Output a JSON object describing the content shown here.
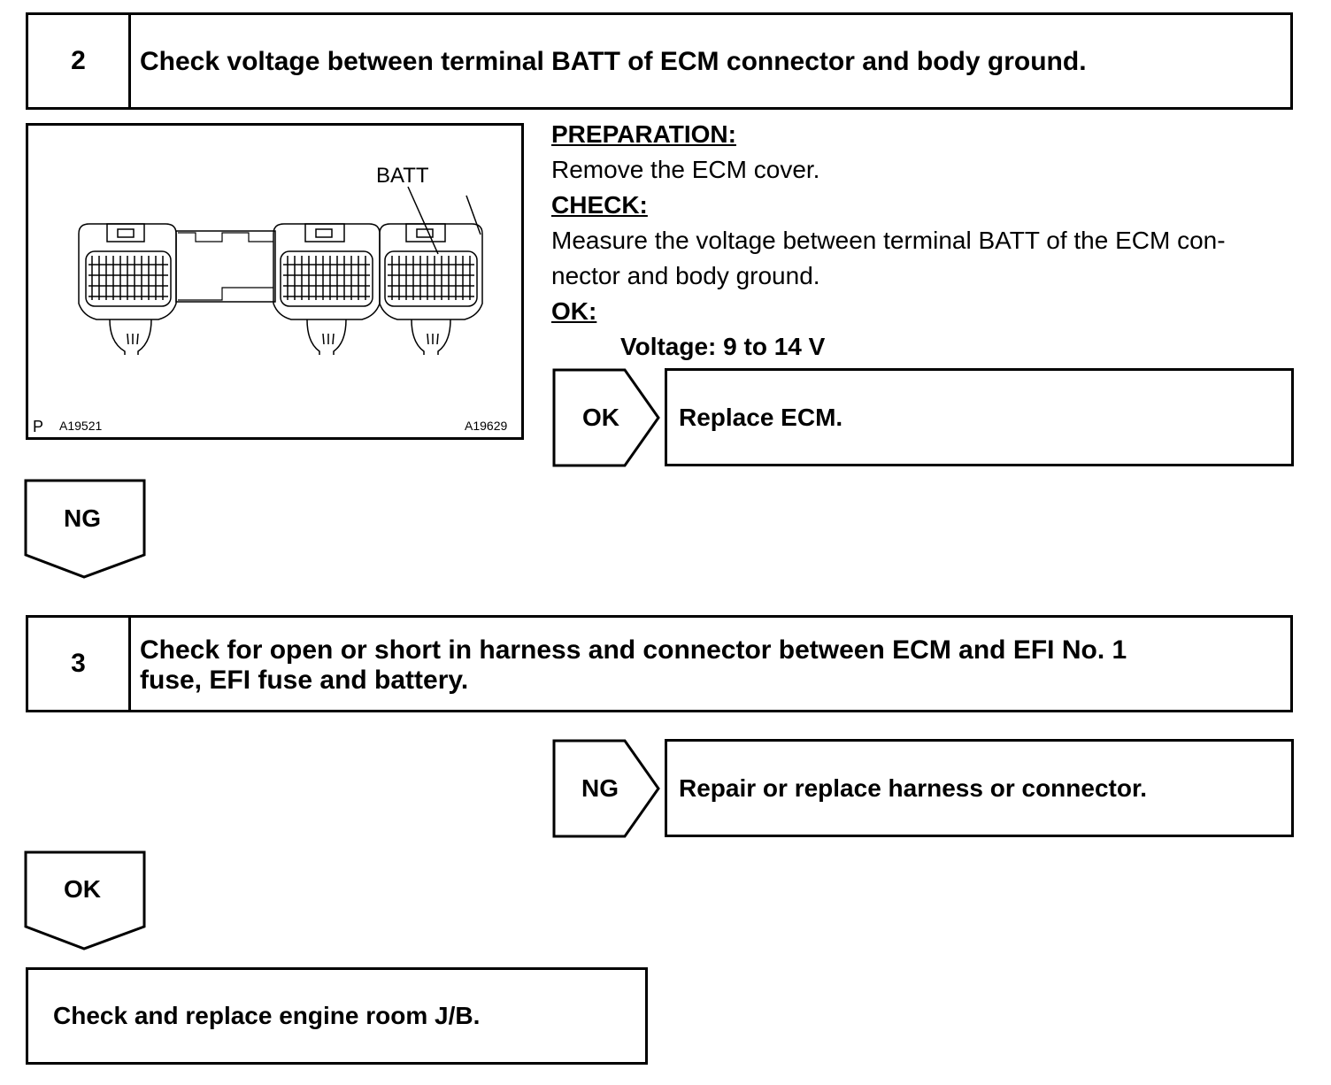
{
  "step2": {
    "number": "2",
    "title": "Check voltage between terminal BATT of ECM connector and body ground."
  },
  "figure": {
    "terminal_label": "BATT",
    "ref_left_prefix": "P",
    "ref_left": "A19521",
    "ref_right": "A19629"
  },
  "instructions": {
    "preparation_label": "PREPARATION:",
    "preparation_text": "Remove the ECM cover.",
    "check_label": "CHECK:",
    "check_line1": "Measure the voltage between terminal BATT of the ECM con-",
    "check_line2": "nector and body ground.",
    "ok_label": "OK:",
    "ok_spec": "Voltage: 9 to 14 V"
  },
  "branch_ok_step2": {
    "tag": "OK",
    "result": "Replace ECM."
  },
  "branch_ng_step2": {
    "tag": "NG"
  },
  "step3": {
    "number": "3",
    "title_line1": "Check for open or short in harness and connector between ECM and EFI No. 1",
    "title_line2": "fuse, EFI fuse and battery."
  },
  "branch_ng_step3": {
    "tag": "NG",
    "result": "Repair or replace harness or connector."
  },
  "branch_ok_step3": {
    "tag": "OK"
  },
  "final_action": {
    "text": "Check and replace engine room J/B."
  }
}
